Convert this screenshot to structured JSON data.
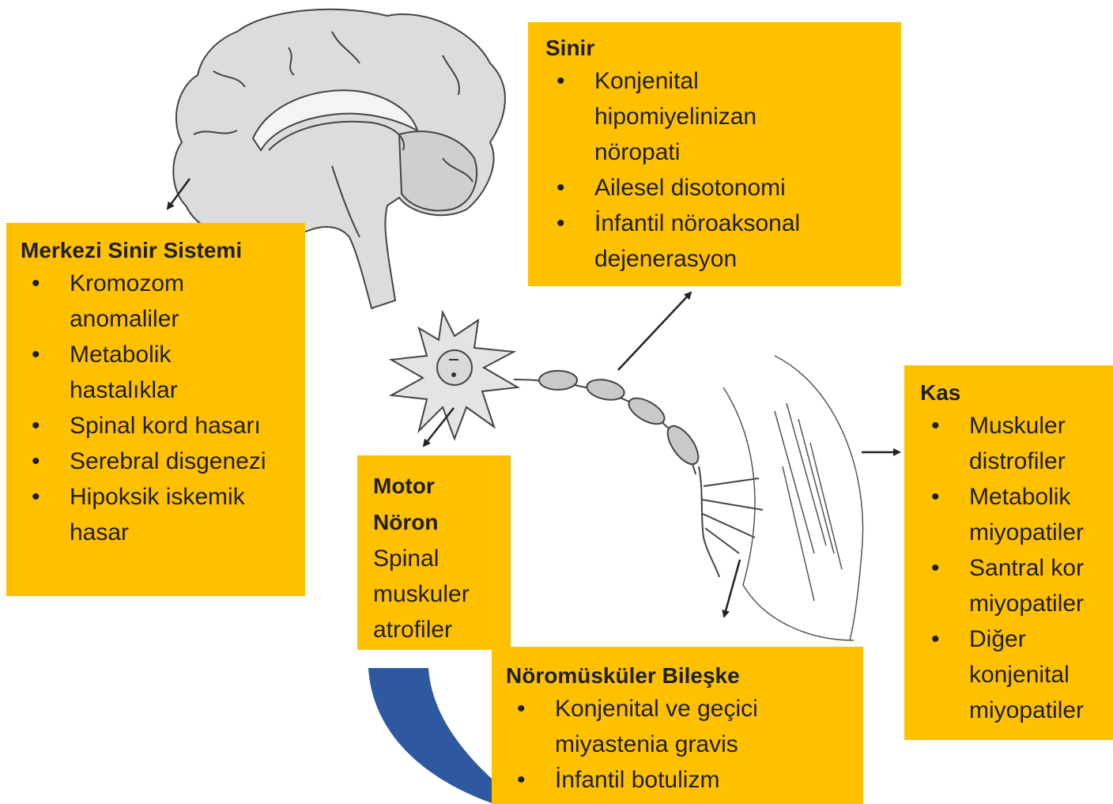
{
  "boxes": {
    "cns": {
      "title": "Merkezi Sinir Sistemi",
      "items": [
        "Kromozom anomaliler",
        "Metabolik hastalıklar",
        "Spinal kord hasarı",
        "Serebral disgenezi",
        "Hipoksik iskemik hasar"
      ]
    },
    "nerve": {
      "title": "Sinir",
      "items": [
        "Konjenital hipomiyelinizan nöropati",
        "Ailesel disotonomi",
        "İnfantil nöroaksonal dejenerasyon"
      ]
    },
    "motor": {
      "title_line1": "Motor",
      "title_line2": "Nöron",
      "text": "Spinal muskuler atrofiler"
    },
    "nmj": {
      "title": "Nöromüsküler Bileşke",
      "items": [
        "Konjenital ve geçici miyastenia gravis",
        "İnfantil botulizm"
      ]
    },
    "muscle": {
      "title": "Kas",
      "items": [
        "Muskuler distrofiler",
        "Metabolik miyopatiler",
        "Santral kor miyopatiler",
        "Diğer konjenital miyopatiler"
      ]
    }
  },
  "colors": {
    "box_fill": "#FFC000",
    "curved_arrow": "#2E59A0"
  },
  "icons": [
    "brain-illustration",
    "motor-neuron-illustration",
    "myelinated-axon-illustration",
    "muscle-fiber-illustration",
    "curved-arrow-icon",
    "arrow-icon"
  ]
}
